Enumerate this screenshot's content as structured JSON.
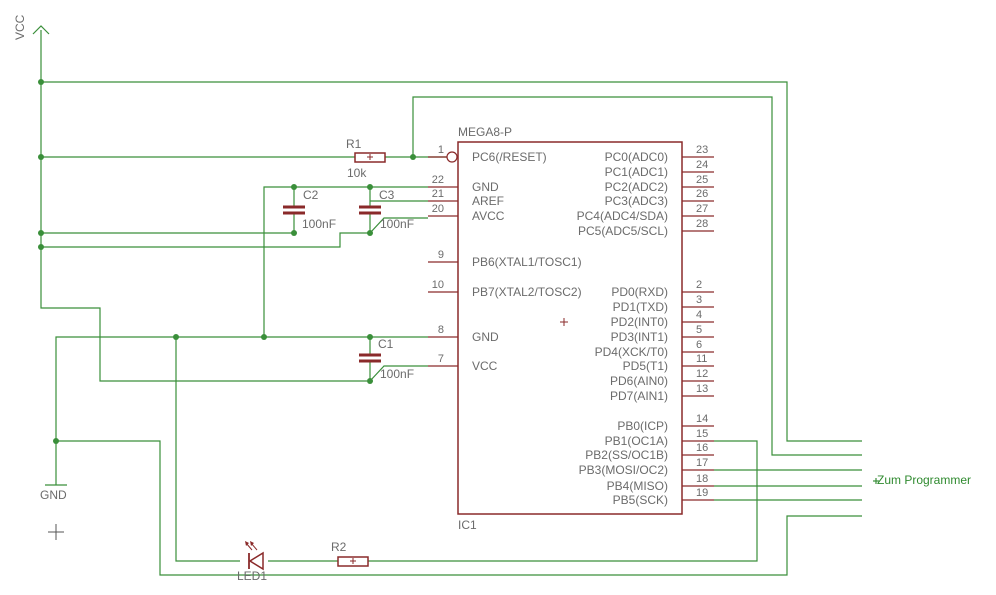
{
  "ic": {
    "name": "MEGA8-P",
    "ref": "IC1",
    "left_pins": [
      {
        "num": "1",
        "label": "PC6(/RESET)"
      },
      {
        "num": "22",
        "label": "GND"
      },
      {
        "num": "21",
        "label": "AREF"
      },
      {
        "num": "20",
        "label": "AVCC"
      },
      {
        "num": "9",
        "label": "PB6(XTAL1/TOSC1)"
      },
      {
        "num": "10",
        "label": "PB7(XTAL2/TOSC2)"
      },
      {
        "num": "8",
        "label": "GND"
      },
      {
        "num": "7",
        "label": "VCC"
      }
    ],
    "right_pins": [
      {
        "num": "23",
        "label": "PC0(ADC0)"
      },
      {
        "num": "24",
        "label": "PC1(ADC1)"
      },
      {
        "num": "25",
        "label": "PC2(ADC2)"
      },
      {
        "num": "26",
        "label": "PC3(ADC3)"
      },
      {
        "num": "27",
        "label": "PC4(ADC4/SDA)"
      },
      {
        "num": "28",
        "label": "PC5(ADC5/SCL)"
      },
      {
        "num": "2",
        "label": "PD0(RXD)"
      },
      {
        "num": "3",
        "label": "PD1(TXD)"
      },
      {
        "num": "4",
        "label": "PD2(INT0)"
      },
      {
        "num": "5",
        "label": "PD3(INT1)"
      },
      {
        "num": "6",
        "label": "PD4(XCK/T0)"
      },
      {
        "num": "11",
        "label": "PD5(T1)"
      },
      {
        "num": "12",
        "label": "PD6(AIN0)"
      },
      {
        "num": "13",
        "label": "PD7(AIN1)"
      },
      {
        "num": "14",
        "label": "PB0(ICP)"
      },
      {
        "num": "15",
        "label": "PB1(OC1A)"
      },
      {
        "num": "16",
        "label": "PB2(SS/OC1B)"
      },
      {
        "num": "17",
        "label": "PB3(MOSI/OC2)"
      },
      {
        "num": "18",
        "label": "PB4(MISO)"
      },
      {
        "num": "19",
        "label": "PB5(SCK)"
      }
    ]
  },
  "components": {
    "r1_name": "R1",
    "r1_value": "10k",
    "r2_name": "R2",
    "c1_name": "C1",
    "c1_value": "100nF",
    "c2_name": "C2",
    "c2_value": "100nF",
    "c3_name": "C3",
    "c3_value": "100nF",
    "led_name": "LED1"
  },
  "power": {
    "vcc_label": "VCC",
    "gnd_label": "GND"
  },
  "connector_label": "Zum Programmer"
}
